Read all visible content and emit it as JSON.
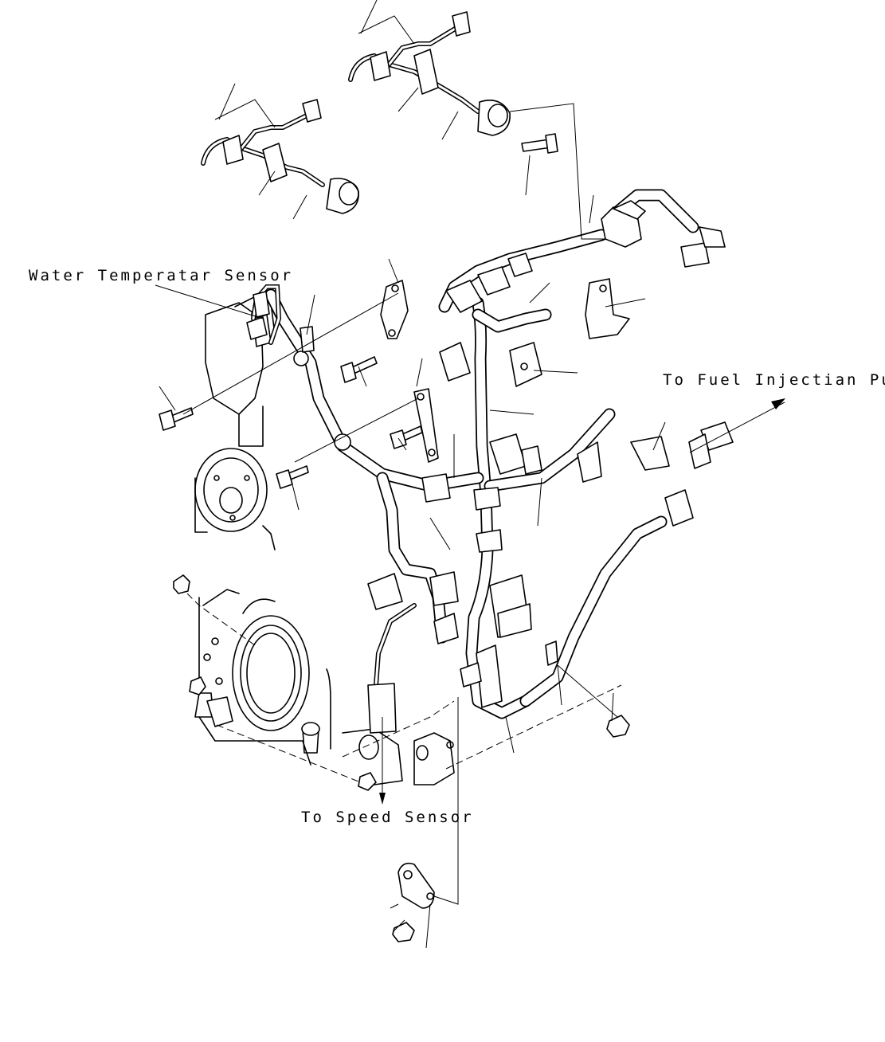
{
  "labels": {
    "water_temp_sensor": "Water Temperatar Sensor",
    "fuel_injection_pump": "To Fuel Injectian Pump",
    "speed_sensor": "To Speed Sensor"
  },
  "colors": {
    "line": "#000000",
    "background": "#ffffff"
  },
  "icons": [
    "arrow-icon"
  ]
}
